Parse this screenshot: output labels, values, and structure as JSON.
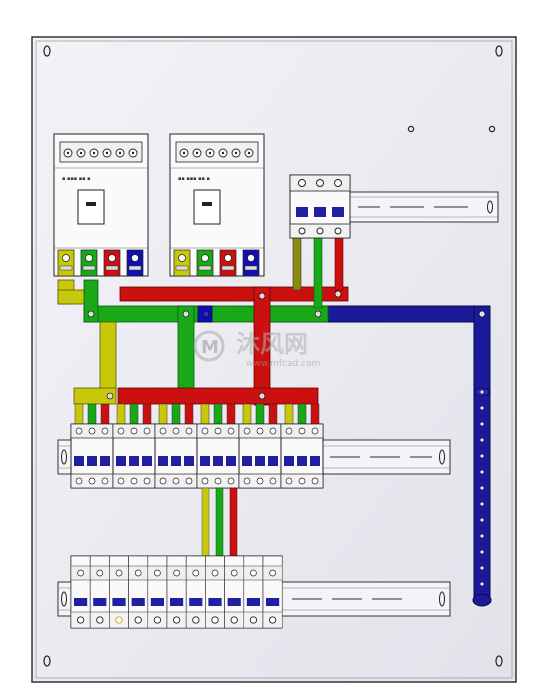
{
  "background_color": "#ffffff",
  "panel": {
    "fill": "#e9e9ee",
    "stroke": "#333333"
  },
  "busbar_colors": {
    "yellow": "#c8c80a",
    "green": "#18a818",
    "red": "#cc1010",
    "blue": "#1010b0",
    "pe": "#1a1a9a"
  },
  "main_breakers": [
    {
      "name": "main-breaker-1",
      "label": "▪ ▪▪▪ ▪▪ ▪"
    },
    {
      "name": "main-breaker-2",
      "label": "▪▪ ▪▪▪ ▪▪ ▪"
    }
  ],
  "watermark": {
    "cn": "沐风网",
    "url": "www.mfcad.com",
    "logo_letter": "M"
  },
  "rail_count": 3,
  "middle_row_breakers": 6,
  "bottom_row_breakers": 11
}
